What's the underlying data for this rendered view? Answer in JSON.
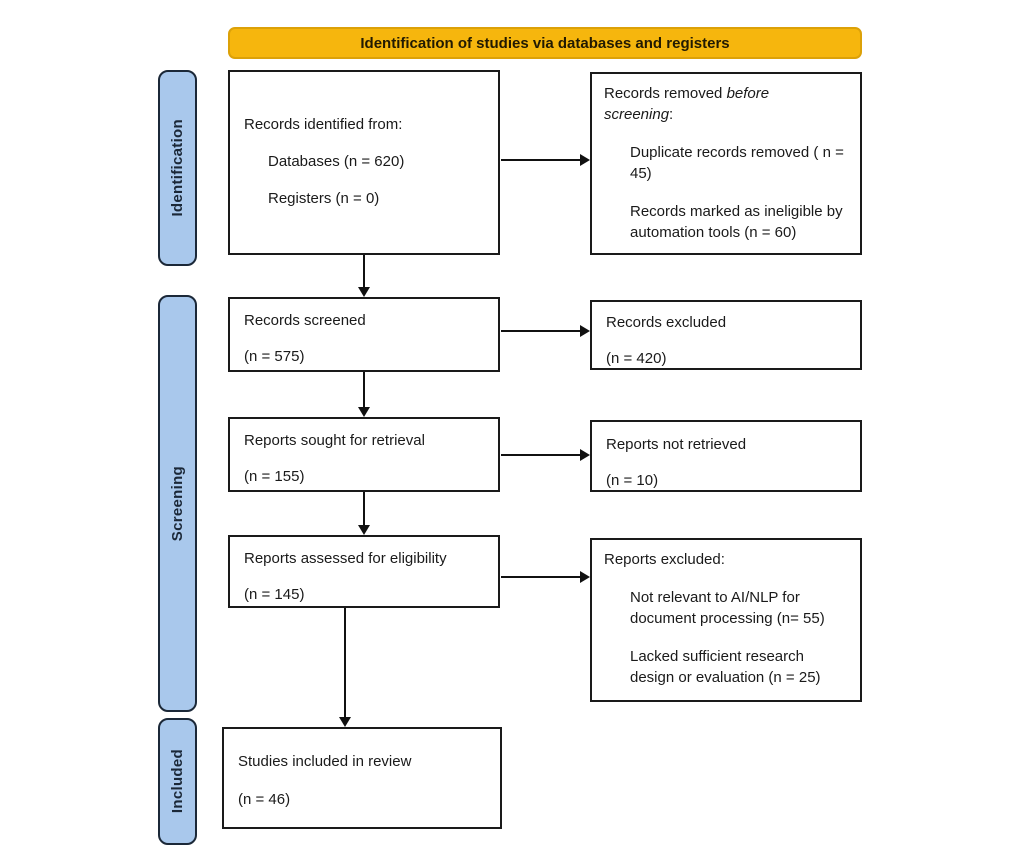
{
  "banner": {
    "title": "Identification of studies via databases and registers"
  },
  "stages": {
    "identification": "Identification",
    "screening": "Screening",
    "included": "Included"
  },
  "boxes": {
    "records_identified": {
      "title": "Records identified from:",
      "items": [
        "Databases (n = 620)",
        "Registers (n = 0)"
      ]
    },
    "records_removed": {
      "title_prefix": "Records removed ",
      "title_italic": "before screening",
      "title_suffix": ":",
      "items": [
        "Duplicate records removed ( n = 45)",
        "Records marked as ineligible by automation tools (n = 60)"
      ]
    },
    "records_screened": {
      "title": "Records screened",
      "count": "(n = 575)"
    },
    "records_excluded": {
      "title": "Records excluded",
      "count": "(n = 420)"
    },
    "reports_sought": {
      "title": "Reports sought for retrieval",
      "count": "(n = 155)"
    },
    "reports_not_retrieved": {
      "title": "Reports not retrieved",
      "count": "(n = 10)"
    },
    "reports_assessed": {
      "title": "Reports assessed for eligibility",
      "count": "(n = 145)"
    },
    "reports_excluded": {
      "title": "Reports excluded:",
      "items": [
        "Not relevant to AI/NLP for document processing (n= 55)",
        "Lacked sufficient research design or evaluation (n = 25)"
      ]
    },
    "studies_included": {
      "title": "Studies included in review",
      "count": "(n = 46)"
    }
  },
  "colors": {
    "banner_fill": "#F6B60D",
    "banner_border": "#DCA108",
    "banner_text": "#221A02",
    "stage_fill": "#A9C8EC",
    "stage_border": "#1B2838",
    "stage_text": "#1B2838",
    "box_border": "#1A1A1A",
    "box_text": "#1A1A1A",
    "arrow": "#111111",
    "background": "#FFFFFF"
  }
}
